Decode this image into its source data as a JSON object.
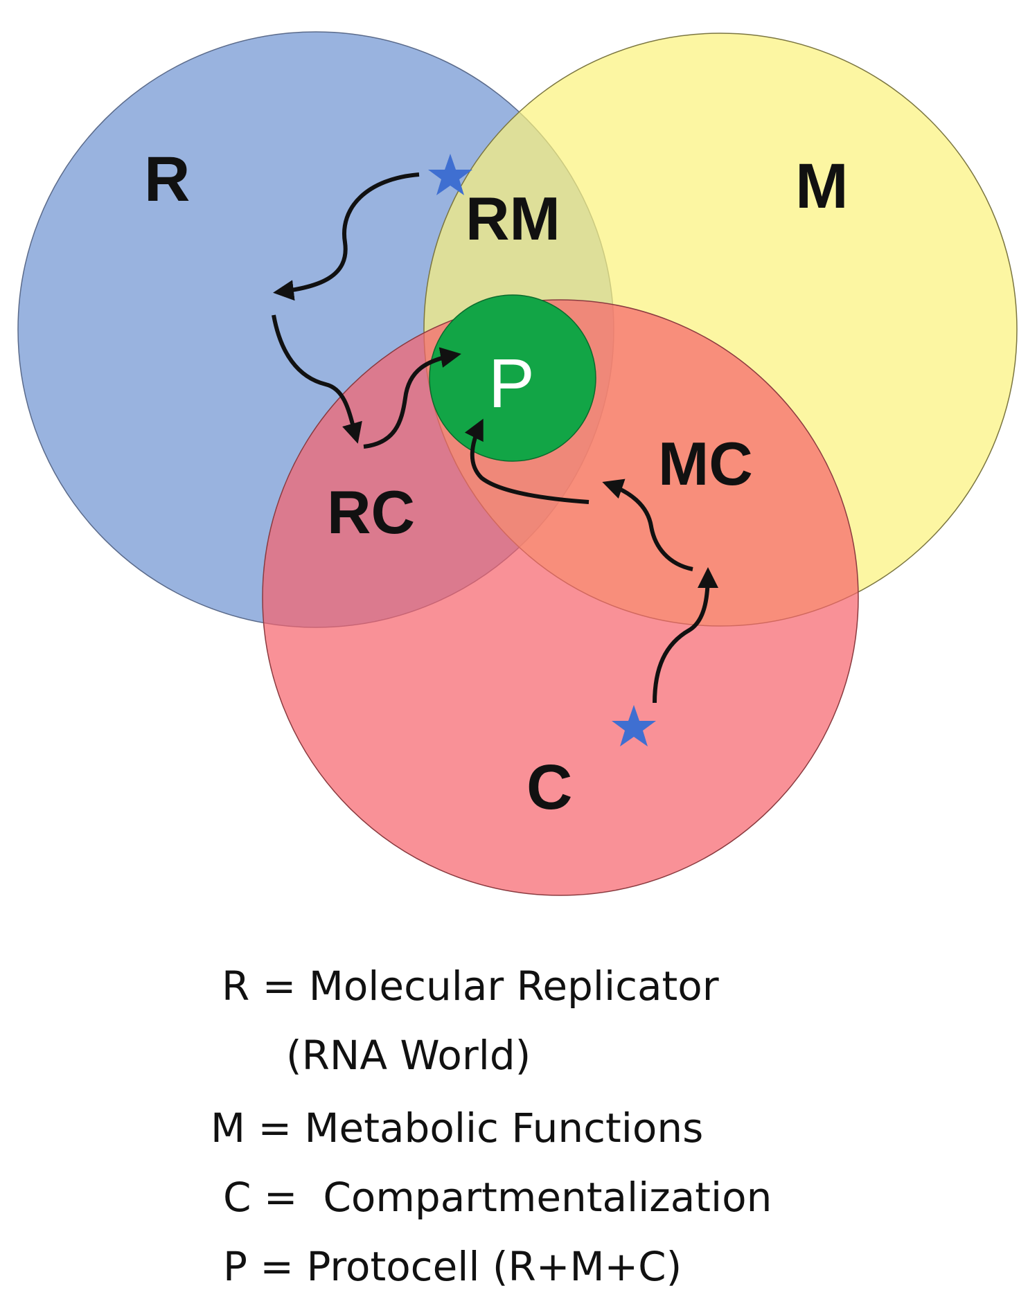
{
  "diagram": {
    "sets": [
      {
        "id": "R",
        "label": "R",
        "color": "#8eabdc"
      },
      {
        "id": "M",
        "label": "M",
        "color": "#fbf27a"
      },
      {
        "id": "C",
        "label": "C",
        "color": "#f7636b"
      }
    ],
    "regions": [
      {
        "id": "RM",
        "label": "RM"
      },
      {
        "id": "RC",
        "label": "RC"
      },
      {
        "id": "MC",
        "label": "MC"
      }
    ],
    "center": {
      "label": "P",
      "color": "#12a546"
    },
    "star_color": "#3f6fd1",
    "arrow_color": "#111111"
  },
  "legend": {
    "lines": [
      "R = Molecular Replicator",
      "(RNA World)",
      "M = Metabolic Functions",
      "C =  Compartmentalization",
      "P = Protocell (R+M+C)"
    ]
  }
}
